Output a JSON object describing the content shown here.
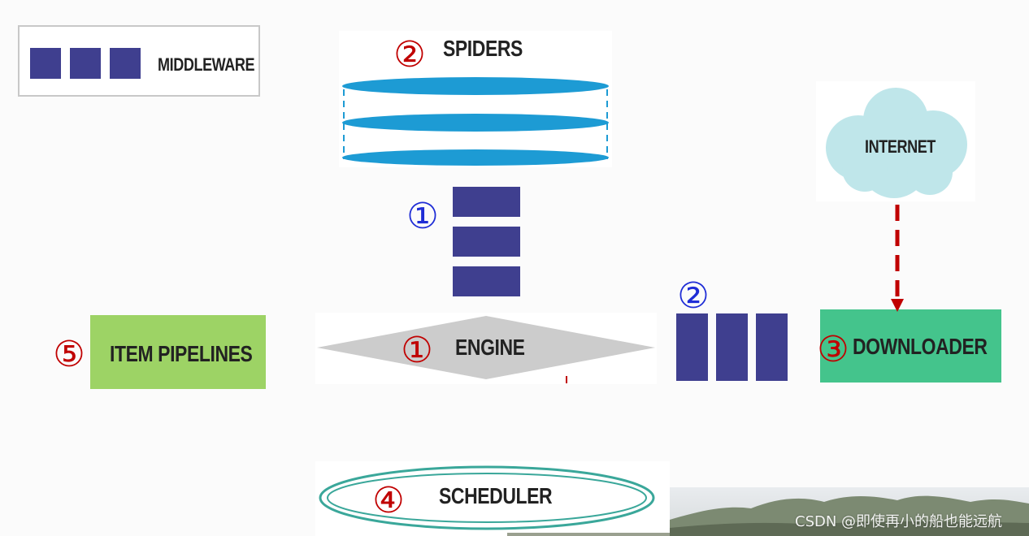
{
  "legend": {
    "label": "MIDDLEWARE"
  },
  "components": {
    "spiders": "SPIDERS",
    "engine": "ENGINE",
    "item_pipelines": "ITEM PIPELINES",
    "downloader": "DOWNLOADER",
    "internet": "INTERNET",
    "scheduler": "SCHEDULER"
  },
  "step_markers": {
    "spiders": "②",
    "spider_middleware": "①",
    "engine": "①",
    "downloader_middleware": "②",
    "downloader": "③",
    "scheduler": "④",
    "item_pipelines": "⑤"
  },
  "colors": {
    "middleware": "#3f3f8f",
    "spiders": "#1d9bd4",
    "engine": "#cccccc",
    "item_pipelines": "#9dd365",
    "downloader": "#44c48c",
    "internet_cloud": "#bfe6ea",
    "scheduler": "#3aa79a",
    "arrow": "#c00000",
    "marker_red": "#c00000",
    "marker_blue": "#1f2dd6"
  },
  "watermark": "CSDN @即使再小的船也能远航"
}
